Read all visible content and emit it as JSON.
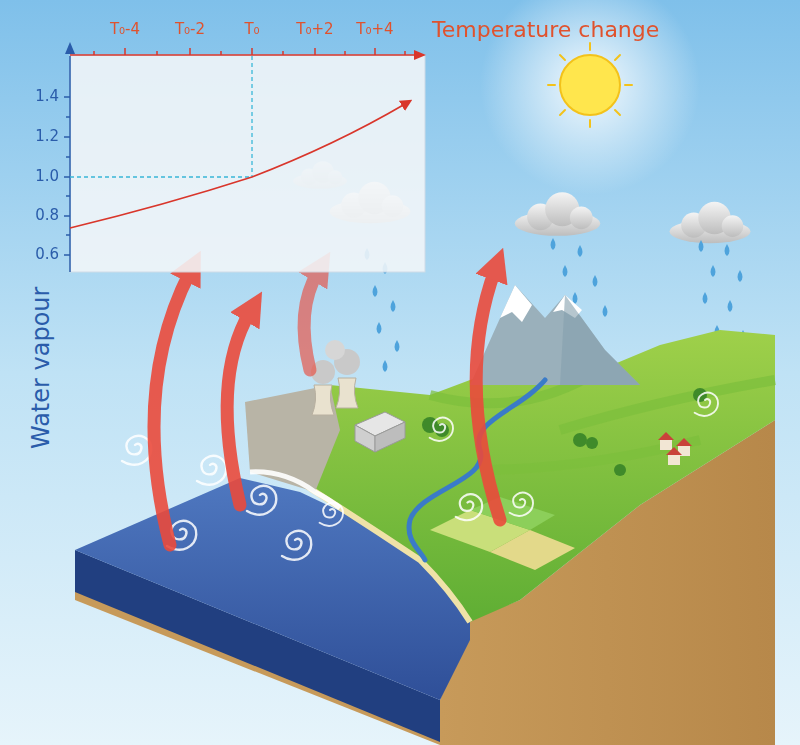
{
  "diagram": {
    "labels": [
      "T₀-4",
      "T₀-2",
      "T₀",
      "T₀+2",
      "T₀+4",
      "Temperature change",
      "1.4",
      "1.2",
      "1.0",
      "0.8",
      "0.6",
      "Water vapour"
    ]
  }
}
